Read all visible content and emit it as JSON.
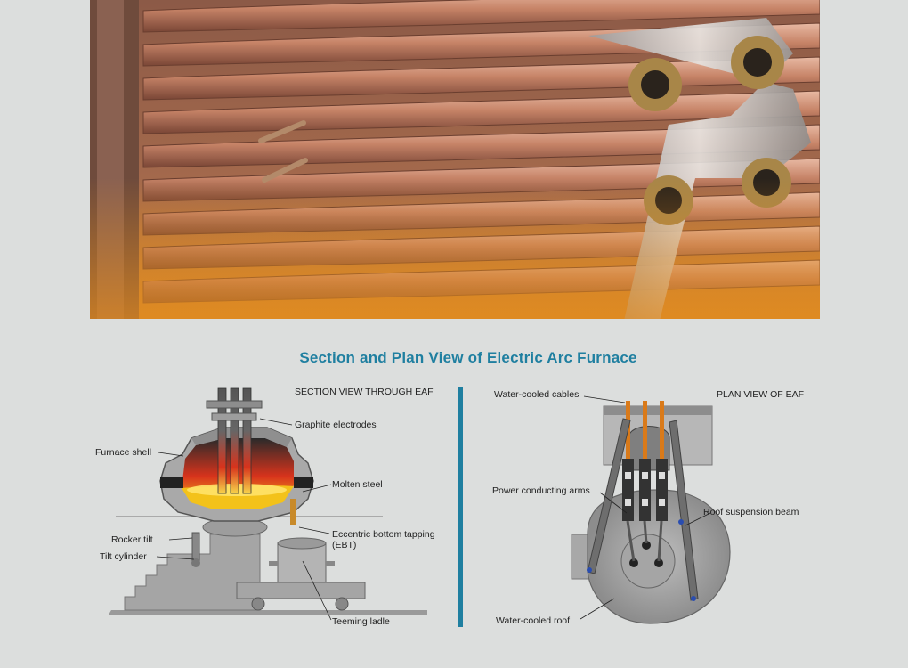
{
  "title": "Section and Plan View of Electric Arc Furnace",
  "section": {
    "heading": "SECTION VIEW THROUGH EAF",
    "labels": {
      "graphite": "Graphite electrodes",
      "shell": "Furnace shell",
      "molten": "Molten steel",
      "rocker": "Rocker tilt",
      "ebt1": "Eccentric bottom tapping",
      "ebt2": "(EBT)",
      "tilt": "Tilt cylinder",
      "ladle": "Teeming ladle"
    }
  },
  "plan": {
    "heading": "PLAN VIEW OF EAF",
    "labels": {
      "cables": "Water-cooled cables",
      "arms": "Power conducting arms",
      "beam": "Roof suspension beam",
      "roof": "Water-cooled roof"
    }
  },
  "colors": {
    "accent": "#1f7fa0",
    "copper": "#c0836a",
    "molten": "#f3c21a",
    "electrode_hot": "#d8331c"
  }
}
